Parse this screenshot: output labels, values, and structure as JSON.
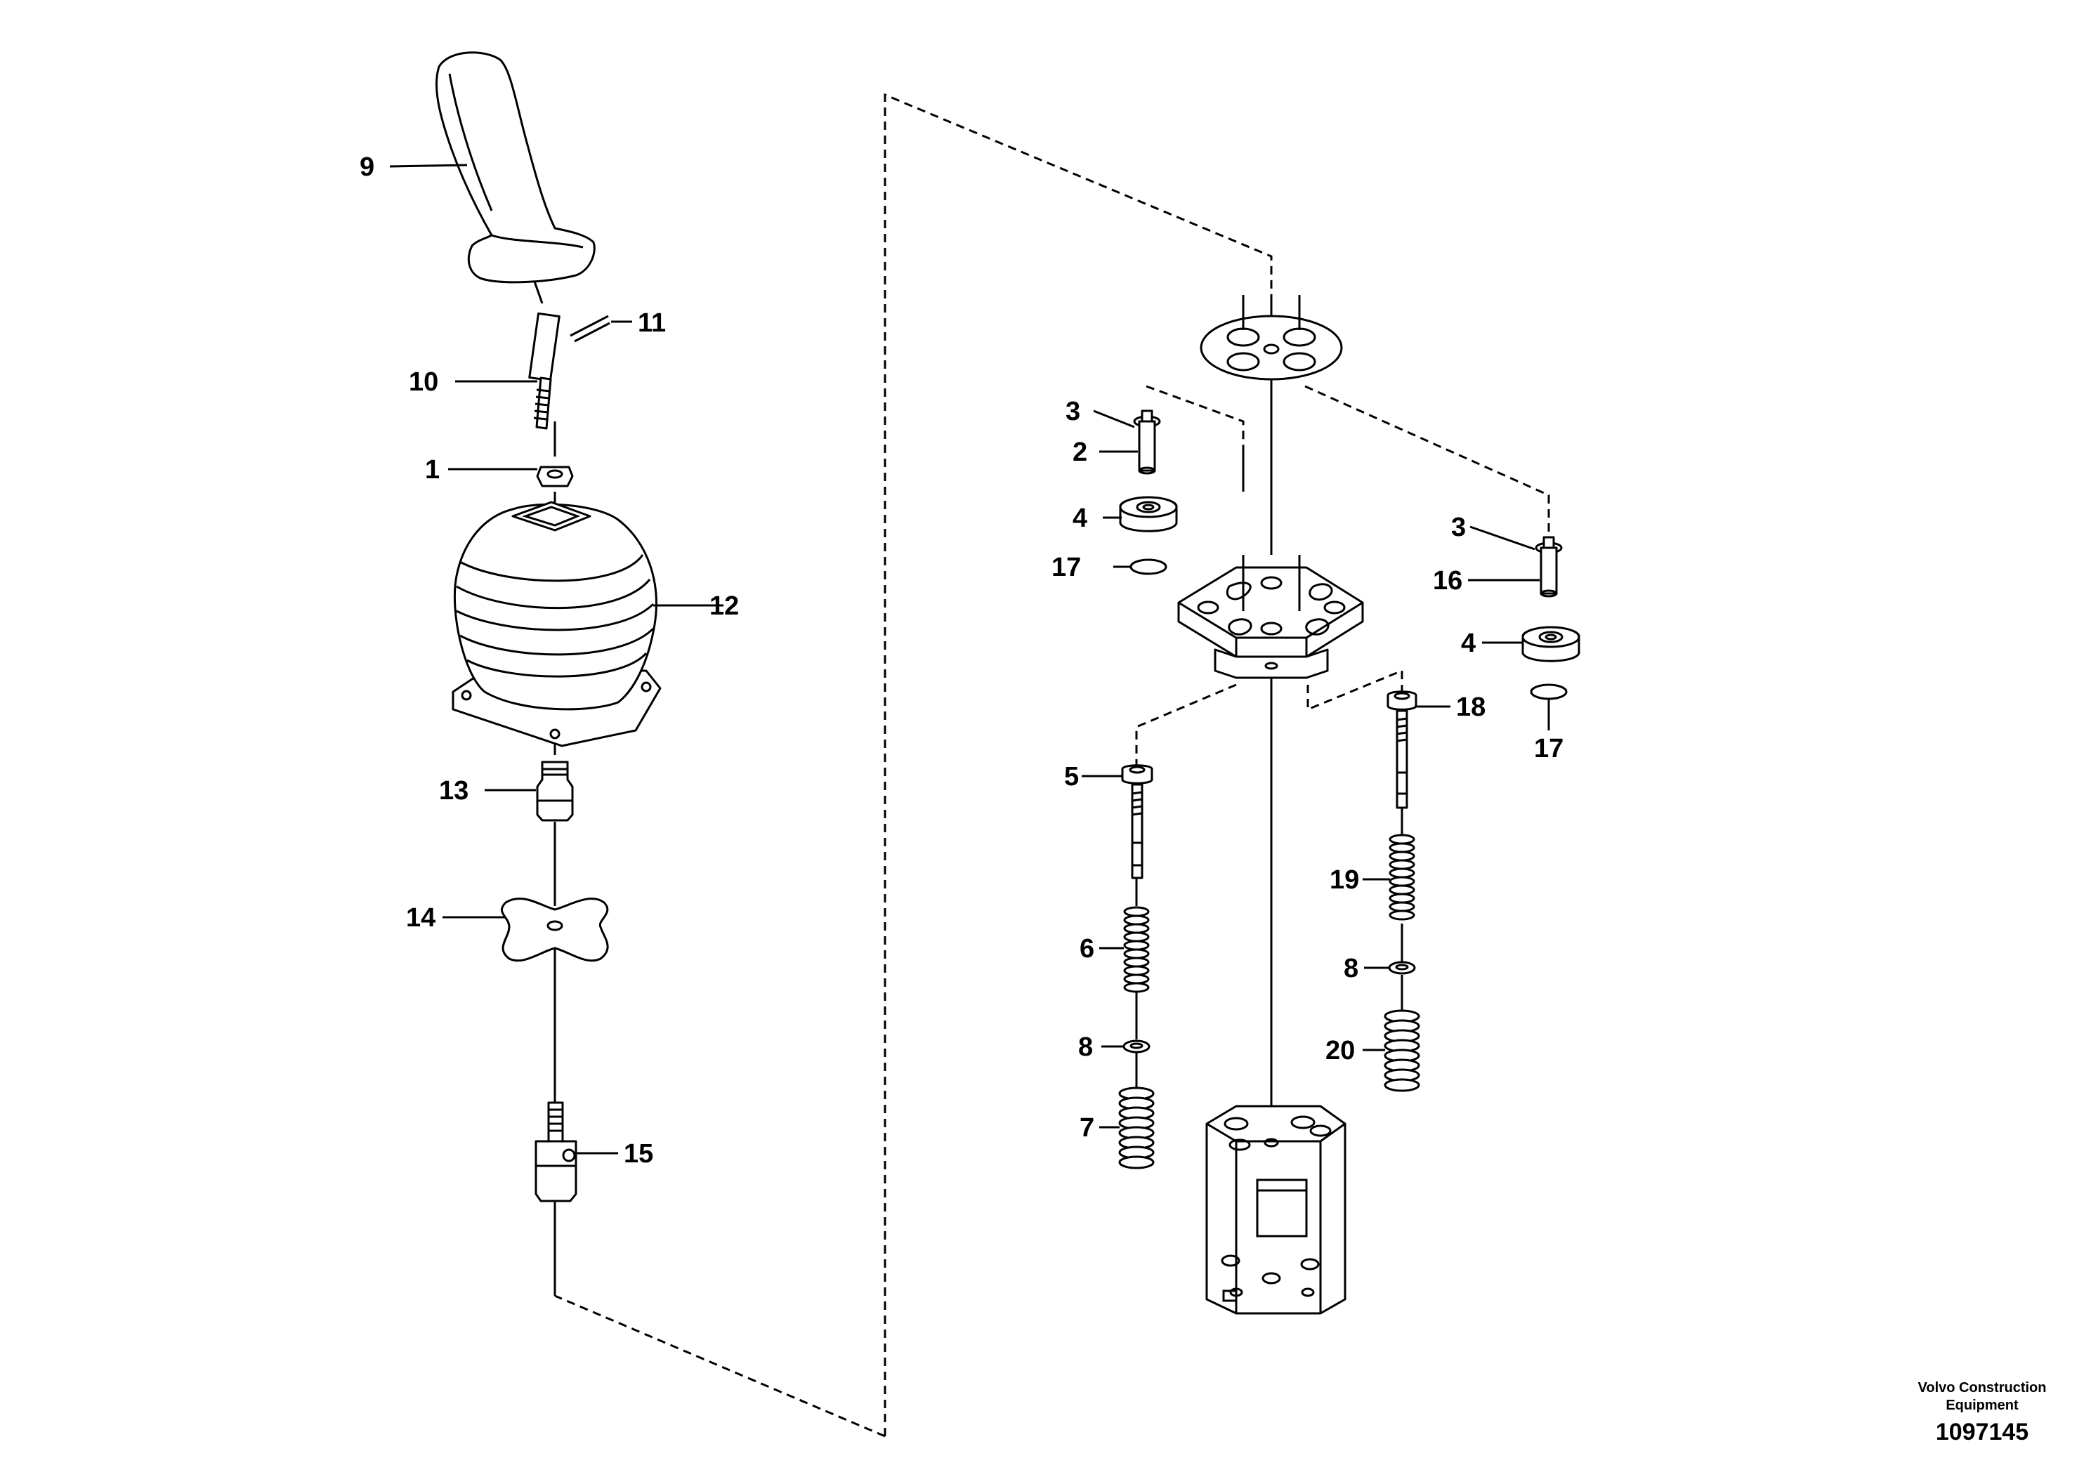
{
  "callouts": {
    "c1": "1",
    "c2": "2",
    "c3a": "3",
    "c3b": "3",
    "c4a": "4",
    "c4b": "4",
    "c5": "5",
    "c6": "6",
    "c7": "7",
    "c8a": "8",
    "c8b": "8",
    "c9": "9",
    "c10": "10",
    "c11": "11",
    "c12": "12",
    "c13": "13",
    "c14": "14",
    "c15": "15",
    "c16": "16",
    "c17a": "17",
    "c17b": "17",
    "c18": "18",
    "c19": "19",
    "c20": "20"
  },
  "footer": {
    "brand_line1": "Volvo Construction",
    "brand_line2": "Equipment",
    "doc_number": "1097145"
  }
}
